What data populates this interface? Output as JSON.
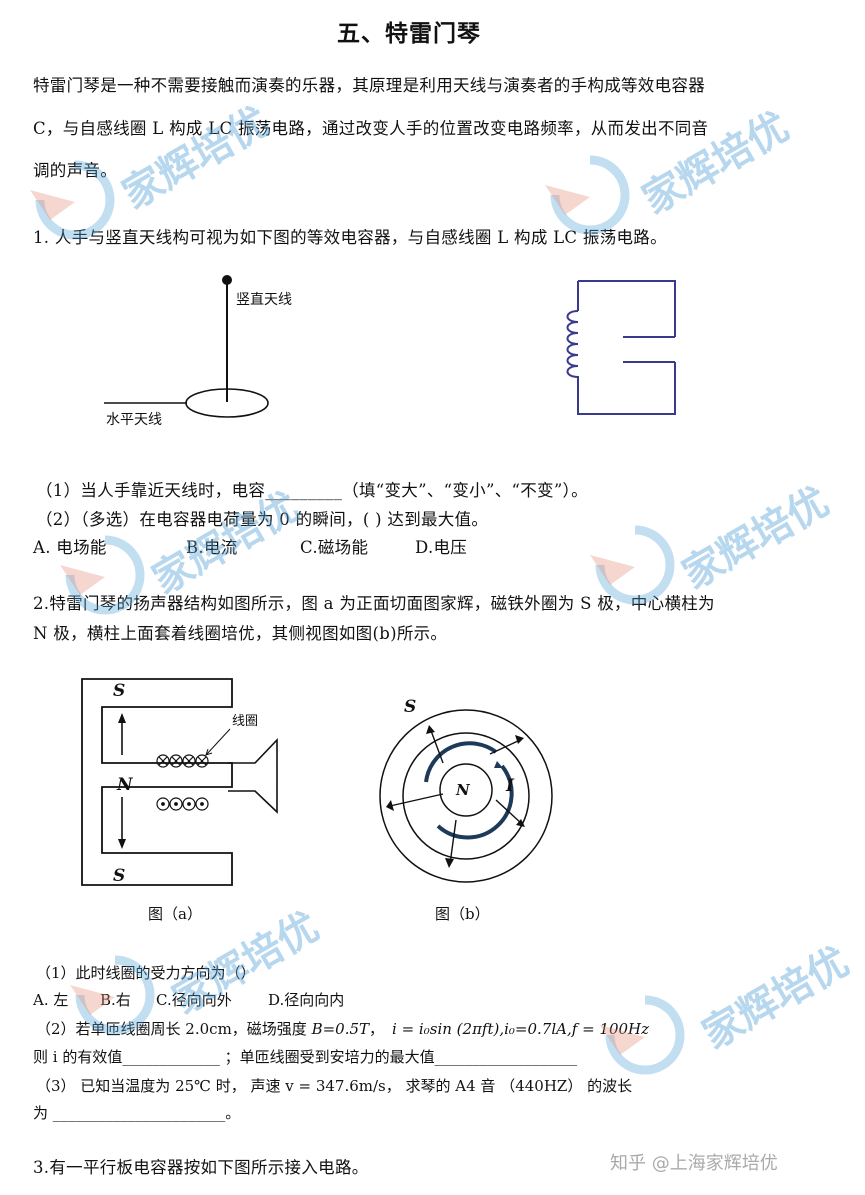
{
  "title": "五、特雷门琴",
  "intro": [
    "特雷门琴是一种不需要接触而演奏的乐器，其原理是利用天线与演奏者的手构成等效电容器",
    "C，与自感线圈 L 构成 LC 振荡电路，通过改变人手的位置改变电路频率，从而发出不同音",
    "调的声音。"
  ],
  "q1": {
    "stem": "1.   人手与竖直天线构可视为如下图的等效电容器，与自感线圈 L 构成 LC 振荡电路。",
    "fig_labels": {
      "vertical": "竖直天线",
      "horizontal": "水平天线"
    },
    "sub1": "（1）当人手靠近天线时，电容_________（填“变大”、“变小”、“不变”）。",
    "sub2": "（2）（多选）在电容器电荷量为 0 的瞬间，(       ) 达到最大值。",
    "options": [
      "A.  电场能",
      "B.电流",
      "C.磁场能",
      "D.电压"
    ]
  },
  "q2": {
    "stem_line1": "2.特雷门琴的扬声器结构如图所示，图 a 为正面切面图家辉，磁铁外圈为 S 极，中心横柱为",
    "stem_line2": "N 极，横柱上面套着线圈培优，其侧视图如图(b)所示。",
    "fig_a": {
      "S_top": "S",
      "N": "N",
      "S_bottom": "S",
      "coil": "线圈",
      "caption": "图（a）"
    },
    "fig_b": {
      "S": "S",
      "N": "N",
      "I": "I",
      "caption": "图（b）"
    },
    "sub1": "（1）此时线圈的受力方向为（）",
    "options": [
      "A.  左",
      "B.右",
      "C.径向向外",
      "D.径向向内"
    ],
    "sub2_line1_a": "（2）若单匝线圈周长 2.0cm，磁场强度 ",
    "sub2_line1_b": "B=0.5T",
    "sub2_line1_c": "，",
    "sub2_formula": "i = i₀sin (2πft),i₀=0.7lA,f = 100Hz",
    "sub2_line2": "则 i 的有效值_____________  ；单匝线圈受到安培力的最大值___________________",
    "sub3_line1": "（3） 已知当温度为 25℃ 时， 声速 v = 347.6m/s， 求琴的 A4 音 （440HZ） 的波长",
    "sub3_line2": "为  _______________________。"
  },
  "q3": {
    "stem": "3.有一平行板电容器按如下图所示接入电路。"
  },
  "watermark": {
    "text": "家辉培优",
    "footer": "知乎 @上海家辉培优"
  }
}
